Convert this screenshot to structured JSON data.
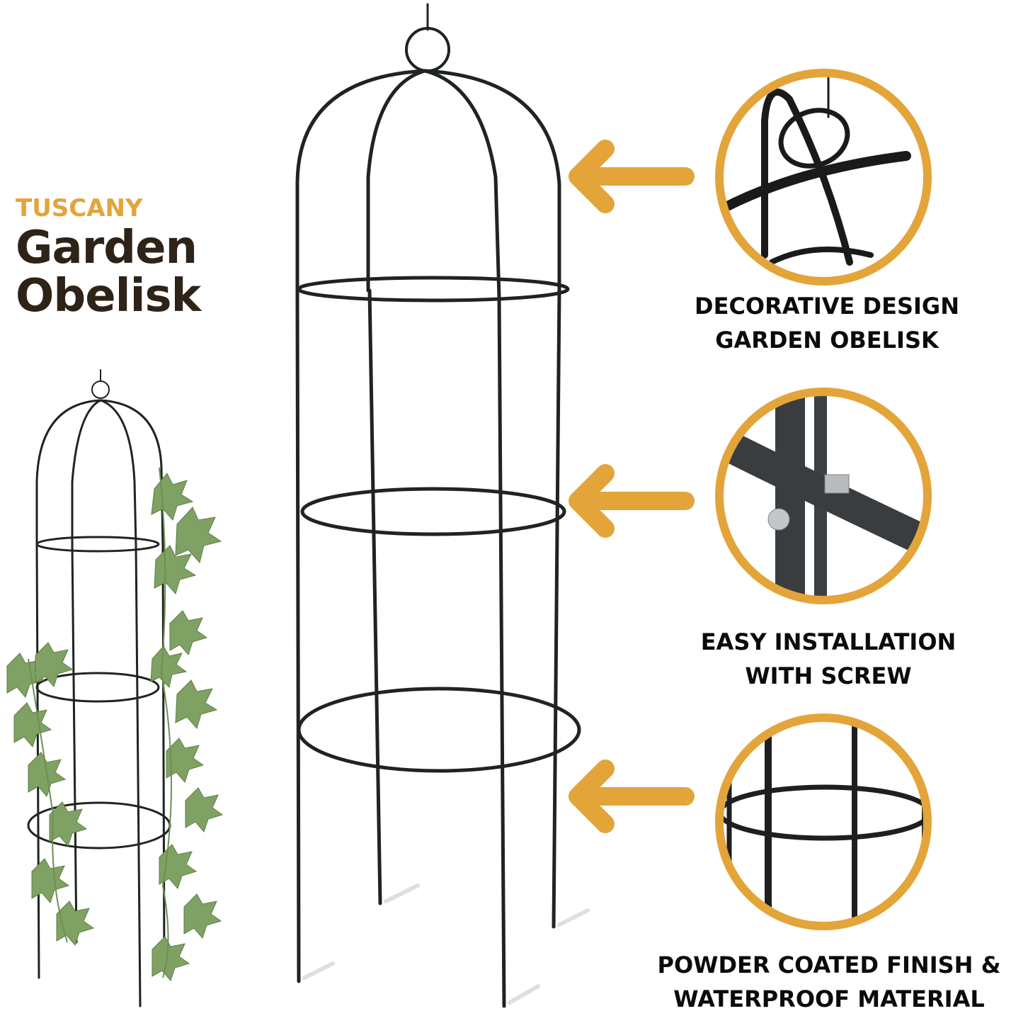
{
  "brand": {
    "kicker": "TUSCANY",
    "title_line1": "Garden",
    "title_line2": "Obelisk"
  },
  "features": [
    {
      "line1": "DECORATIVE DESIGN",
      "line2": "GARDEN OBELISK",
      "detail": "top-ring-joint"
    },
    {
      "line1": "EASY INSTALLATION",
      "line2": "WITH SCREW",
      "detail": "screw-joint"
    },
    {
      "line1": "POWDER COATED FINISH &",
      "line2": "WATERPROOF MATERIAL",
      "detail": "ring-and-posts"
    }
  ],
  "colors": {
    "accent": "#e3a43a",
    "title": "#2e2317",
    "frame": "#1f2420",
    "caption": "#0b0b0b",
    "leaf": "#7fa163"
  }
}
